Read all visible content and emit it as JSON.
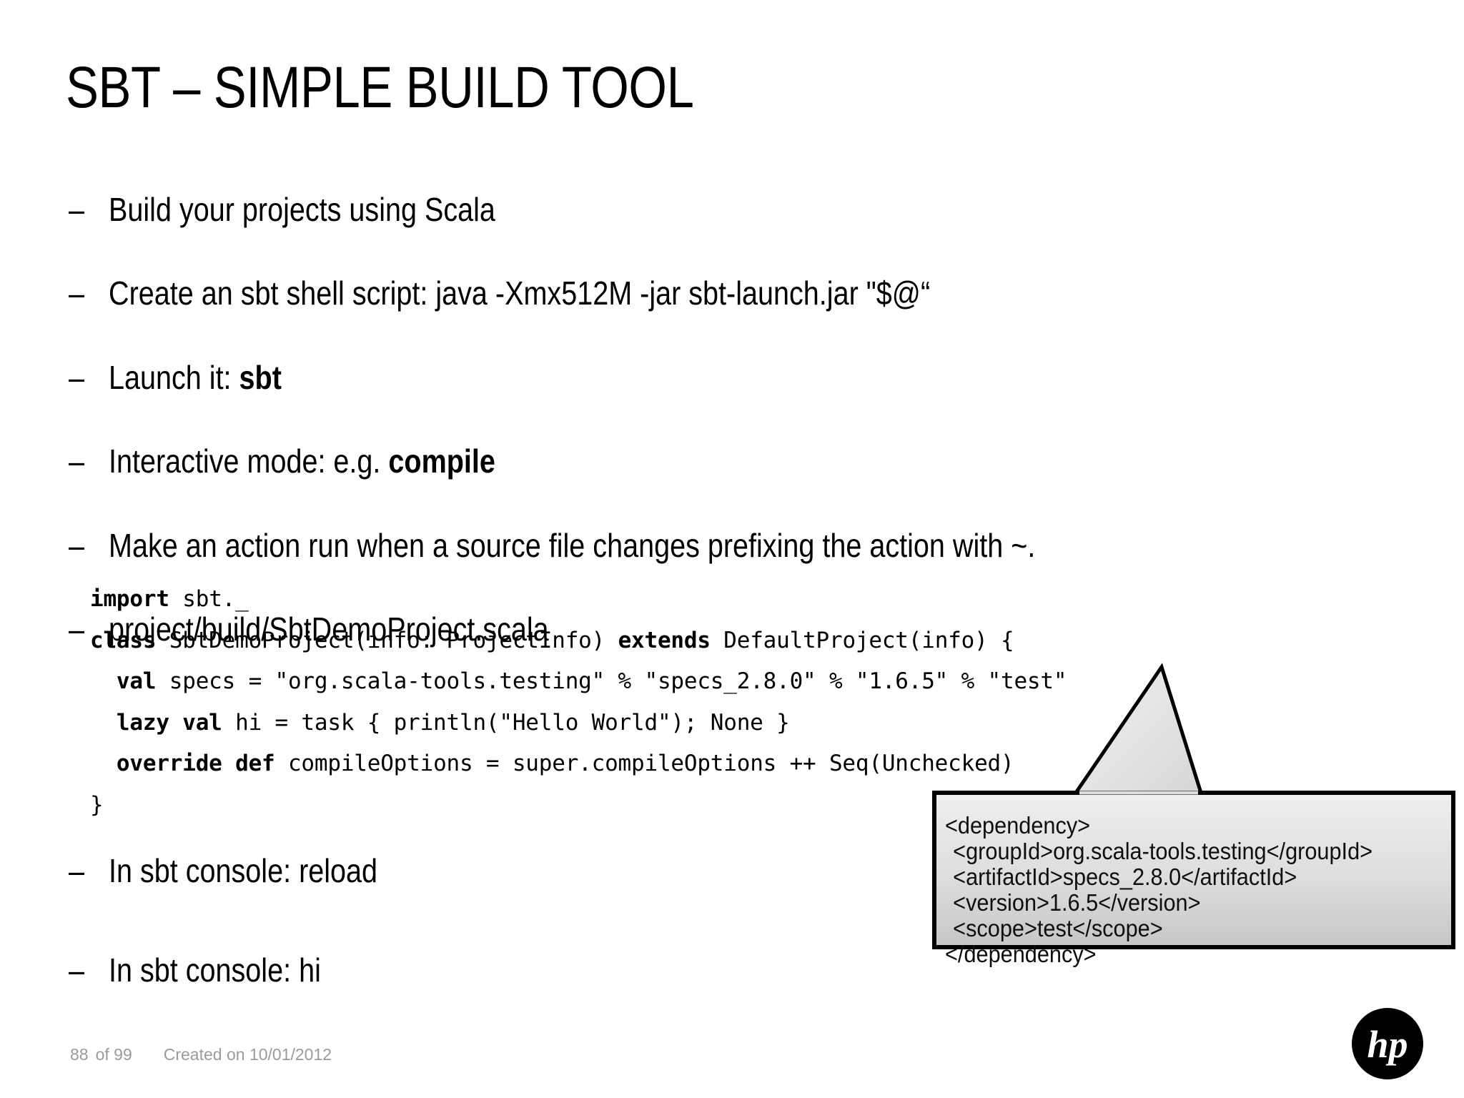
{
  "slide": {
    "title": "SBT – SIMPLE BUILD TOOL",
    "bullet_marker": "–"
  },
  "bullets": [
    {
      "id": "build-projects",
      "text": "Build your projects using Scala"
    },
    {
      "id": "create-shell-script",
      "text": "Create an sbt shell script: java -Xmx512M -jar sbt-launch.jar \"$@“"
    },
    {
      "id": "launch-it",
      "prefix": "Launch it: ",
      "bold": "sbt",
      "suffix": ""
    },
    {
      "id": "interactive-mode",
      "prefix": "Interactive mode: e.g. ",
      "bold": "compile",
      "suffix": ""
    },
    {
      "id": "make-action-run",
      "text": "Make an action run when a source file changes prefixing the action with ~."
    },
    {
      "id": "project-path",
      "text": "project/build/SbtDemoProject.scala"
    }
  ],
  "code": {
    "language": "scala",
    "lines": [
      [
        {
          "t": "import",
          "b": true
        },
        {
          "t": " sbt._",
          "b": false
        }
      ],
      [
        {
          "t": "class",
          "b": true
        },
        {
          "t": " SbtDemoProject(info: ProjectInfo) ",
          "b": false
        },
        {
          "t": "extends",
          "b": true
        },
        {
          "t": " DefaultProject(info) {",
          "b": false
        }
      ],
      [
        {
          "t": "  val",
          "b": true
        },
        {
          "t": " specs = \"org.scala-tools.testing\" % \"specs_2.8.0\" % \"1.6.5\" % \"test\"",
          "b": false
        }
      ],
      [
        {
          "t": "  lazy val",
          "b": true
        },
        {
          "t": " hi = task { println(\"Hello World\"); None }",
          "b": false
        }
      ],
      [
        {
          "t": "  override def",
          "b": true
        },
        {
          "t": " compileOptions = super.compileOptions ++ Seq(Unchecked)",
          "b": false
        }
      ],
      [
        {
          "t": "}",
          "b": false
        }
      ]
    ]
  },
  "bullets_tail": [
    {
      "id": "console-reload",
      "text": "In sbt console: reload"
    },
    {
      "id": "console-hi",
      "text": "In sbt console: hi"
    }
  ],
  "callout": {
    "kind": "maven-dependency-snippet",
    "fill_top": "#ececec",
    "fill_bottom": "#c9c9c9",
    "border": "#000000",
    "lines": [
      {
        "text": "<dependency>",
        "indent": 0
      },
      {
        "text": "<groupId>org.scala-tools.testing</groupId>",
        "indent": 1
      },
      {
        "text": "<artifactId>specs_2.8.0</artifactId>",
        "indent": 1
      },
      {
        "text": "<version>1.6.5</version>",
        "indent": 1
      },
      {
        "text": "<scope>test</scope>",
        "indent": 1
      },
      {
        "text": "</dependency>",
        "indent": 0
      }
    ]
  },
  "footer": {
    "page_number": "88",
    "page_of": "of 99",
    "created_on": "Created on 10/01/2012",
    "color": "#9b9b9b"
  },
  "logo": {
    "name": "hp",
    "text": "hp",
    "color": "#000000"
  }
}
